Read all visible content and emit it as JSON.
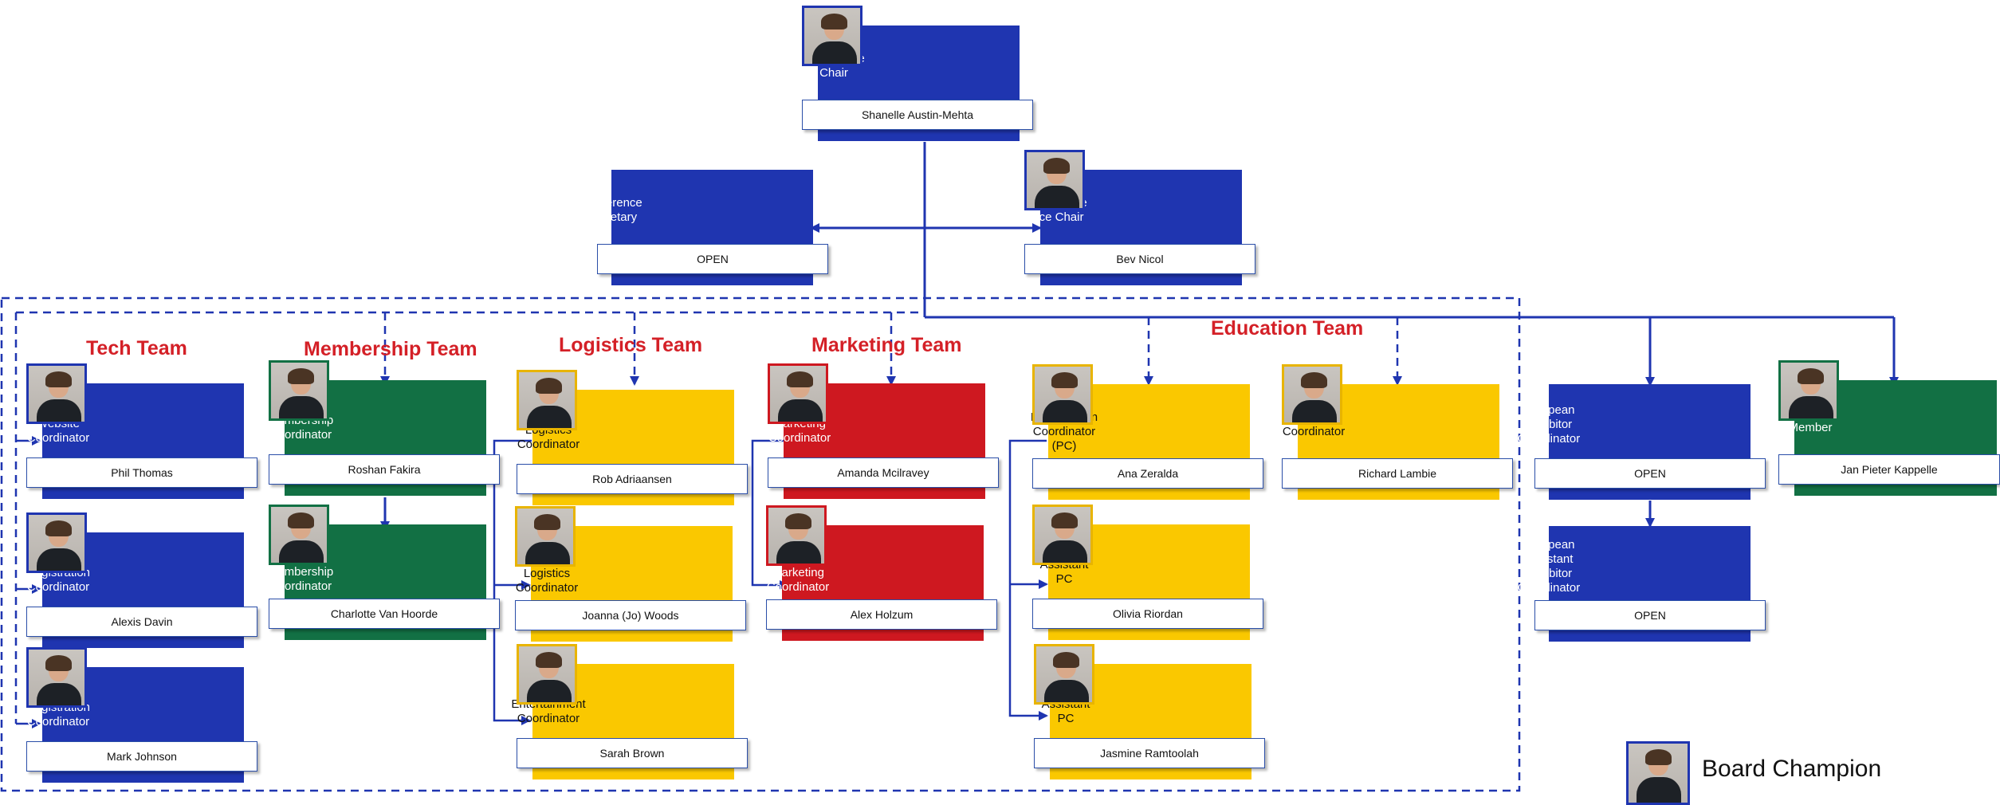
{
  "chart_data": {
    "type": "table",
    "nodes": [
      {
        "id": "chair",
        "role": "Conference Chair",
        "name": "Shanelle Austin-Mehta",
        "color": "#1f35b0"
      },
      {
        "id": "secretary",
        "role": "Conference Secretary",
        "name": "OPEN",
        "color": "#1f35b0",
        "parent": "chair"
      },
      {
        "id": "vice-chair",
        "role": "Conference Vice Chair",
        "name": "Bev Nicol",
        "color": "#1f35b0",
        "parent": "chair"
      },
      {
        "id": "website",
        "role": "European Website Coordinator",
        "name": "Phil Thomas",
        "team": "Tech Team",
        "color": "#1f35b0"
      },
      {
        "id": "registration-1",
        "role": "European Registration Coordinator",
        "name": "Alexis Davin",
        "team": "Tech Team",
        "color": "#1f35b0"
      },
      {
        "id": "registration-2",
        "role": "European Registration Coordinator",
        "name": "Mark Johnson",
        "team": "Tech Team",
        "color": "#1f35b0"
      },
      {
        "id": "membership",
        "role": "European Membership Coordinator",
        "name": "Roshan Fakira",
        "team": "Membership Team",
        "color": "#127044"
      },
      {
        "id": "assistant-membership",
        "role": "European Assistant Membership Coordinator",
        "name": "Charlotte Van Hoorde",
        "team": "Membership Team",
        "color": "#127044",
        "parent": "membership"
      },
      {
        "id": "logistics",
        "role": "European Logistics Coordinator",
        "name": "Rob Adriaansen",
        "team": "Logistics Team",
        "color": "#fac800"
      },
      {
        "id": "assistant-logistics",
        "role": "European Assistant Logistics Coordinator",
        "name": "Joanna (Jo) Woods",
        "team": "Logistics Team",
        "color": "#fac800",
        "parent": "logistics"
      },
      {
        "id": "entertainment",
        "role": "European Entertainment Coordinator",
        "name": "Sarah Brown",
        "team": "Logistics Team",
        "color": "#fac800",
        "parent": "logistics"
      },
      {
        "id": "marketing",
        "role": "European Marketing Coordinator",
        "name": "Amanda Mcilravey",
        "team": "Marketing Team",
        "color": "#ce1820"
      },
      {
        "id": "assistant-marketing",
        "role": "European Assistant Marketing Coordinator",
        "name": "Alex Holzum",
        "team": "Marketing Team",
        "color": "#ce1820",
        "parent": "marketing"
      },
      {
        "id": "presentation",
        "role": "European Presentation Coordinator (PC)",
        "name": "Ana Zeralda",
        "team": "Education Team",
        "color": "#fac800"
      },
      {
        "id": "assistant-pc-1",
        "role": "European Assistant PC",
        "name": "Olivia Riordan",
        "team": "Education Team",
        "color": "#fac800",
        "parent": "presentation"
      },
      {
        "id": "assistant-pc-2",
        "role": "European Assistant PC",
        "name": "Jasmine Ramtoolah",
        "team": "Education Team",
        "color": "#fac800",
        "parent": "presentation"
      },
      {
        "id": "education",
        "role": "Education Coordinator",
        "name": "Richard Lambie",
        "team": "Education Team",
        "color": "#fac800"
      },
      {
        "id": "exhibitor",
        "role": "European Exhibitor Coordinator",
        "name": "OPEN",
        "color": "#1f35b0",
        "parent": "chair"
      },
      {
        "id": "assistant-exhibitor",
        "role": "European Assistant Exhibitor Coordinator",
        "name": "OPEN",
        "color": "#1f35b0",
        "parent": "exhibitor"
      },
      {
        "id": "ad-hoc",
        "role": "Ad Hoc Member",
        "name": "Jan Pieter Kappelle",
        "color": "#127044",
        "parent": "chair"
      }
    ]
  },
  "teams": {
    "tech": "Tech Team",
    "membership": "Membership Team",
    "logistics": "Logistics Team",
    "marketing": "Marketing Team",
    "education": "Education Team"
  },
  "legend": {
    "label": "Board Champion"
  },
  "colors": {
    "blue": "#1f35b0",
    "green": "#127044",
    "yellow": "#fac800",
    "red": "#ce1820",
    "team_title": "#d42027",
    "connector": "#1f35b0"
  },
  "icons": {
    "photo": "person-photo-icon"
  }
}
